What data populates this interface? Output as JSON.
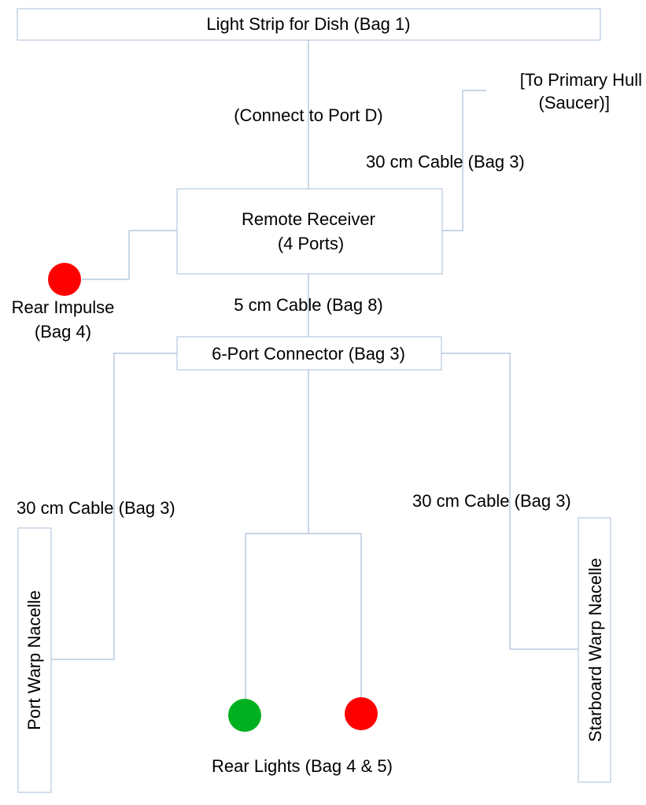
{
  "colors": {
    "wire": "#a8bfd8",
    "box_border": "#a8bfd8",
    "text": "#000000",
    "led_red": "#ff0000",
    "led_green": "#00b020"
  },
  "boxes": {
    "light_strip": "Light Strip for Dish (Bag 1)",
    "receiver_line1": "Remote Receiver",
    "receiver_line2": "(4 Ports)",
    "connector": "6-Port Connector (Bag 3)",
    "port_nacelle": "Port Warp Nacelle",
    "starboard_nacelle": "Starboard Warp Nacelle"
  },
  "labels": {
    "connect_port_d": "(Connect to Port D)",
    "primary_hull_line1": "[To Primary Hull",
    "primary_hull_line2": "(Saucer)]",
    "cable_30_top": "30 cm Cable (Bag 3)",
    "rear_impulse_line1": "Rear Impulse",
    "rear_impulse_line2": "(Bag 4)",
    "cable_5": "5 cm Cable (Bag 8)",
    "cable_30_left": "30 cm Cable (Bag 3)",
    "cable_30_right": "30 cm Cable (Bag 3)",
    "rear_lights": "Rear Lights (Bag 4 & 5)"
  },
  "leds": [
    {
      "name": "rear-impulse-led",
      "color": "red"
    },
    {
      "name": "rear-light-green-led",
      "color": "green"
    },
    {
      "name": "rear-light-red-led",
      "color": "red"
    }
  ]
}
